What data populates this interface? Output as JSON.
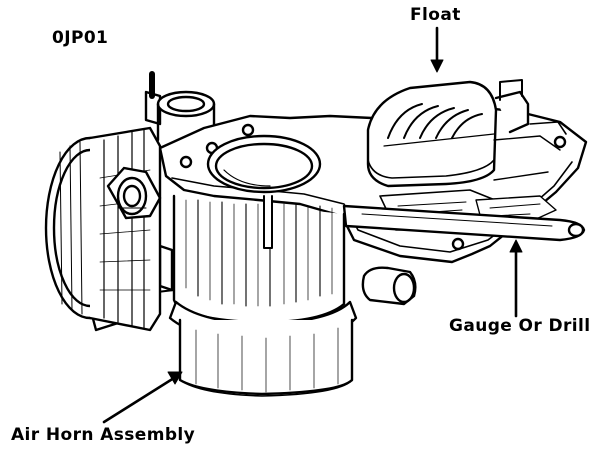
{
  "figure": {
    "id_code": "0JP01",
    "callouts": {
      "float": "Float",
      "gauge": "Gauge Or Drill",
      "air_horn": "Air Horn Assembly"
    }
  },
  "style": {
    "ink": "#000000",
    "paper": "#ffffff"
  }
}
